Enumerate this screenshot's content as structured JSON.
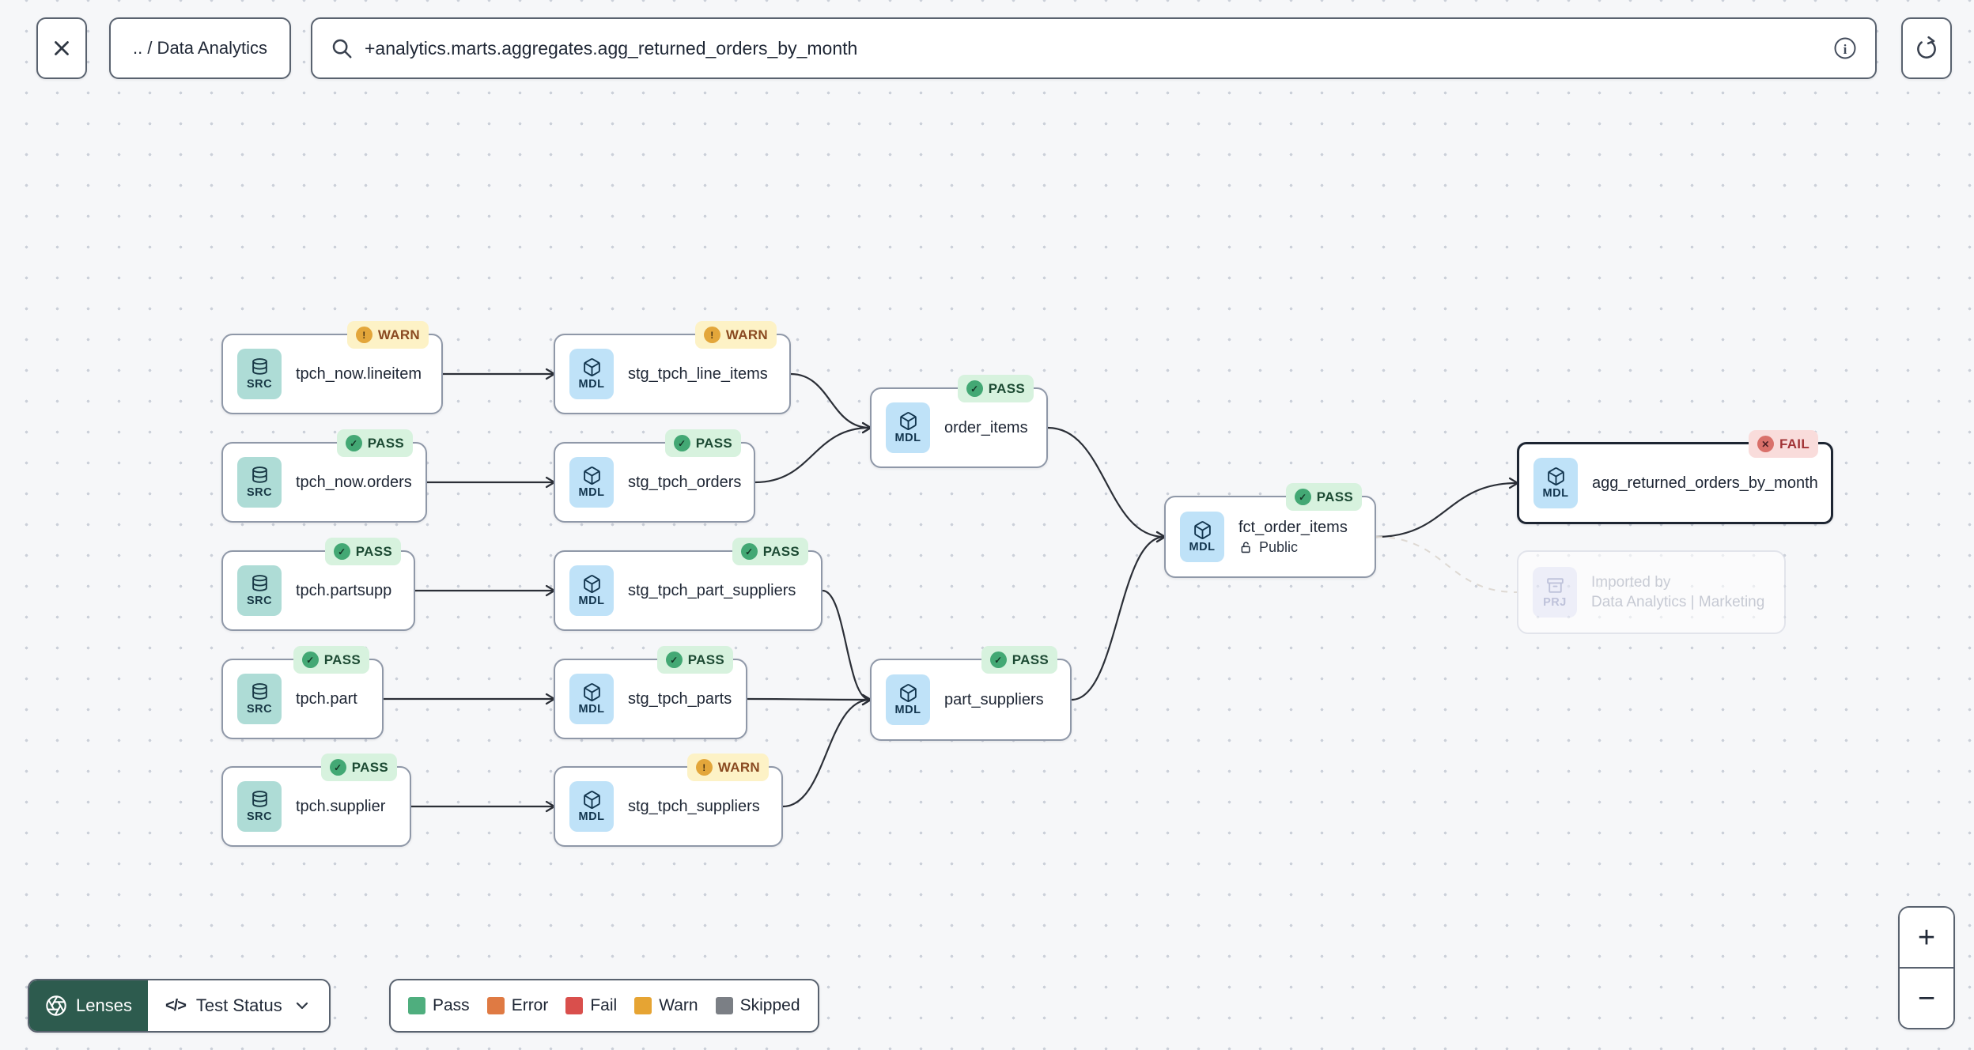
{
  "toolbar": {
    "breadcrumb": ".. / Data Analytics",
    "search_value": "+analytics.marts.aggregates.agg_returned_orders_by_month",
    "icons": [
      "close-icon",
      "search-icon",
      "info-icon",
      "refresh-icon"
    ]
  },
  "graph": {
    "nodes": [
      {
        "id": "tpch_now_lineitem",
        "type": "SRC",
        "label": "tpch_now.lineitem",
        "badge": "WARN"
      },
      {
        "id": "stg_tpch_line_items",
        "type": "MDL",
        "label": "stg_tpch_line_items",
        "badge": "WARN"
      },
      {
        "id": "tpch_now_orders",
        "type": "SRC",
        "label": "tpch_now.orders",
        "badge": "PASS"
      },
      {
        "id": "stg_tpch_orders",
        "type": "MDL",
        "label": "stg_tpch_orders",
        "badge": "PASS"
      },
      {
        "id": "tpch_partsupp",
        "type": "SRC",
        "label": "tpch.partsupp",
        "badge": "PASS"
      },
      {
        "id": "stg_tpch_part_suppliers",
        "type": "MDL",
        "label": "stg_tpch_part_suppliers",
        "badge": "PASS"
      },
      {
        "id": "tpch_part",
        "type": "SRC",
        "label": "tpch.part",
        "badge": "PASS"
      },
      {
        "id": "stg_tpch_parts",
        "type": "MDL",
        "label": "stg_tpch_parts",
        "badge": "PASS"
      },
      {
        "id": "tpch_supplier",
        "type": "SRC",
        "label": "tpch.supplier",
        "badge": "PASS"
      },
      {
        "id": "stg_tpch_suppliers",
        "type": "MDL",
        "label": "stg_tpch_suppliers",
        "badge": "WARN"
      },
      {
        "id": "order_items",
        "type": "MDL",
        "label": "order_items",
        "badge": "PASS"
      },
      {
        "id": "part_suppliers",
        "type": "MDL",
        "label": "part_suppliers",
        "badge": "PASS"
      },
      {
        "id": "fct_order_items",
        "type": "MDL",
        "label": "fct_order_items",
        "badge": "PASS",
        "subtitle": "Public"
      },
      {
        "id": "agg_returned_orders_by_month",
        "type": "MDL",
        "label": "agg_returned_orders_by_month",
        "badge": "FAIL",
        "selected": true
      },
      {
        "id": "imported_project",
        "type": "PRJ",
        "ghost": true,
        "label": "Imported by",
        "sublabel": "Data Analytics | Marketing"
      }
    ],
    "edges": [
      {
        "from": "tpch_now_lineitem",
        "to": "stg_tpch_line_items"
      },
      {
        "from": "tpch_now_orders",
        "to": "stg_tpch_orders"
      },
      {
        "from": "tpch_partsupp",
        "to": "stg_tpch_part_suppliers"
      },
      {
        "from": "tpch_part",
        "to": "stg_tpch_parts"
      },
      {
        "from": "tpch_supplier",
        "to": "stg_tpch_suppliers"
      },
      {
        "from": "stg_tpch_line_items",
        "to": "order_items"
      },
      {
        "from": "stg_tpch_orders",
        "to": "order_items"
      },
      {
        "from": "stg_tpch_part_suppliers",
        "to": "part_suppliers"
      },
      {
        "from": "stg_tpch_parts",
        "to": "part_suppliers"
      },
      {
        "from": "stg_tpch_suppliers",
        "to": "part_suppliers"
      },
      {
        "from": "order_items",
        "to": "fct_order_items"
      },
      {
        "from": "part_suppliers",
        "to": "fct_order_items"
      },
      {
        "from": "fct_order_items",
        "to": "agg_returned_orders_by_month"
      },
      {
        "from": "fct_order_items",
        "to": "imported_project",
        "dashed": true
      }
    ]
  },
  "status_styles": {
    "PASS": {
      "bg": "#d7f2de",
      "text": "#1c4a33",
      "dot": "#43a874",
      "glyph": "✓",
      "glyph_color": "#143626"
    },
    "WARN": {
      "bg": "#fdf2c6",
      "text": "#8a4a21",
      "dot": "#e3a63a",
      "glyph": "!",
      "glyph_color": "#4a3413"
    },
    "FAIL": {
      "bg": "#f9dcdb",
      "text": "#a13336",
      "dot": "#d9706a",
      "glyph": "✕",
      "glyph_color": "#4d1f24"
    }
  },
  "type_styles": {
    "SRC": {
      "bg": "#aedcd6",
      "fg": "#173744",
      "icon": "database-icon"
    },
    "MDL": {
      "bg": "#bfe2f8",
      "fg": "#12354e",
      "icon": "cube-icon"
    },
    "PRJ": {
      "bg": "#e9eaf8",
      "fg": "#9da3c8",
      "icon": "project-icon"
    }
  },
  "controls": {
    "lenses_label": "Lenses",
    "lens_selected": "Test Status",
    "zoom_in": "+",
    "zoom_out": "−",
    "legend": [
      {
        "label": "Pass",
        "color": "#4fae7e"
      },
      {
        "label": "Error",
        "color": "#df7a43"
      },
      {
        "label": "Fail",
        "color": "#d94f4c"
      },
      {
        "label": "Warn",
        "color": "#e6a433"
      },
      {
        "label": "Skipped",
        "color": "#7b7f85"
      }
    ]
  }
}
